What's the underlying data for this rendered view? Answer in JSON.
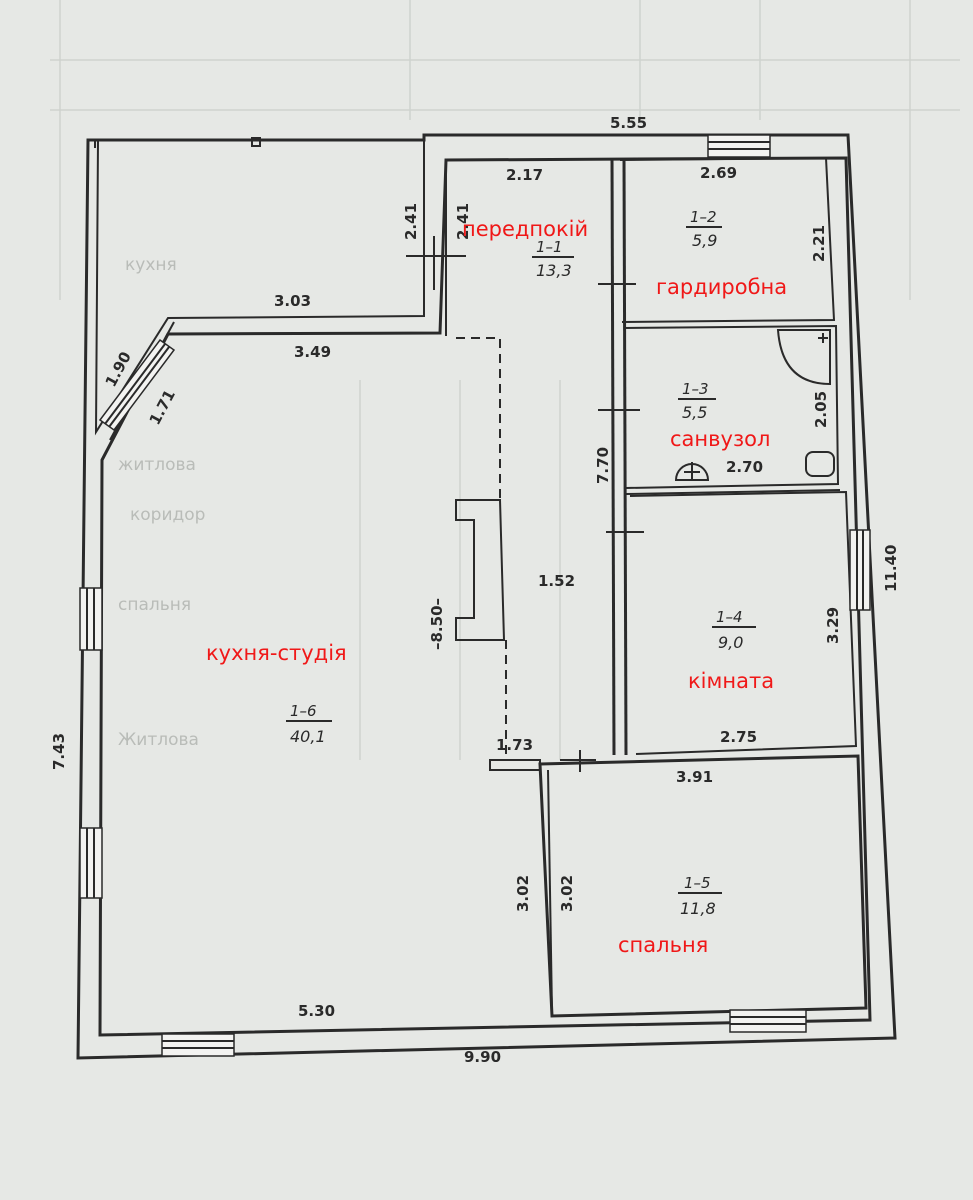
{
  "plan": {
    "rooms": [
      {
        "id": "r1",
        "code": "1–1",
        "area": "13,3",
        "label": "передпокій"
      },
      {
        "id": "r2",
        "code": "1–2",
        "area": "5,9",
        "label": "гардиробна"
      },
      {
        "id": "r3",
        "code": "1–3",
        "area": "5,5",
        "label": "санвузол"
      },
      {
        "id": "r4",
        "code": "1–4",
        "area": "9,0",
        "label": "кімната"
      },
      {
        "id": "r5",
        "code": "1–5",
        "area": "11,8",
        "label": "спальня"
      },
      {
        "id": "r6",
        "code": "1–6",
        "area": "40,1",
        "label": "кухня-студія"
      }
    ],
    "dimensions": {
      "top_overall": "5.55",
      "right_overall": "11.40",
      "bottom_overall": "9.90",
      "left_overall": "7.43",
      "hall_top": "2.17",
      "hall_left_outer": "2.41",
      "hall_left_inner": "2.41",
      "hall_right": "7.70",
      "wardrobe_top": "2.69",
      "wardrobe_right": "2.21",
      "bath_right": "2.05",
      "bath_bottom": "2.70",
      "terrace_top": "3.03",
      "bay_outer": "1.90",
      "bay_inner": "1.71",
      "kitchen_top": "3.49",
      "kitchen_middle": "1.52",
      "kitchen_vertical": "8.50",
      "kitchen_passage": "1.73",
      "kitchen_bottom": "5.30",
      "kitchen_right_wall": "3.02",
      "room_right": "3.29",
      "room_bottom": "2.75",
      "bedroom_top": "3.91",
      "bedroom_left": "3.02"
    }
  }
}
